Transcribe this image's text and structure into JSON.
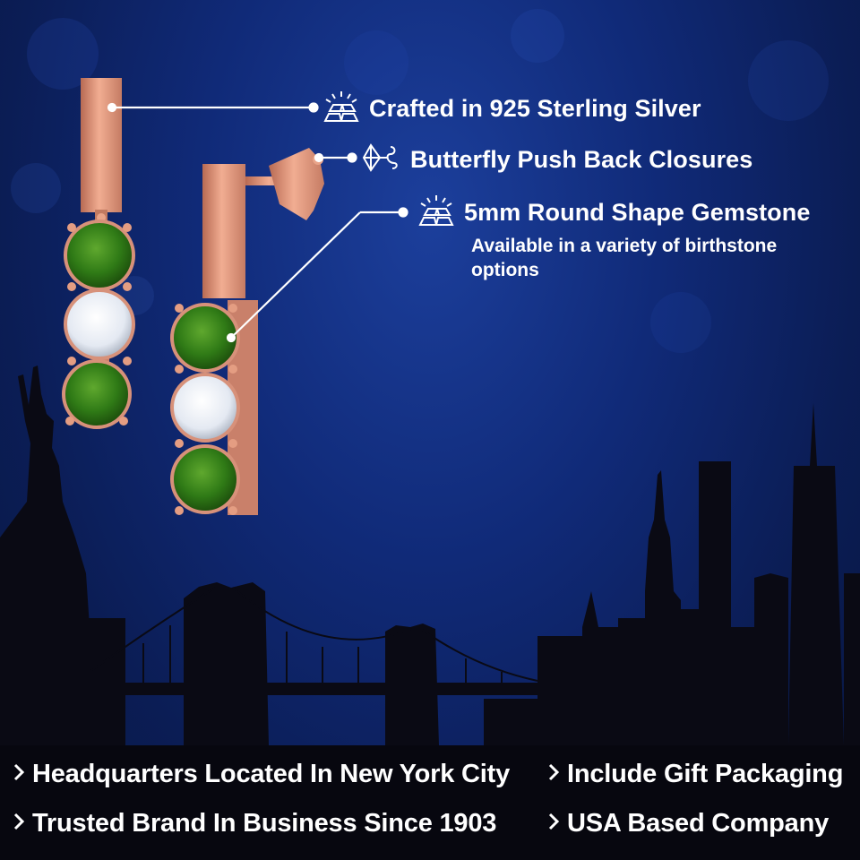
{
  "callouts": [
    {
      "icon": "gold-bars-icon",
      "text": "Crafted in 925 Sterling Silver"
    },
    {
      "icon": "diamond-hook-icon",
      "text": "Butterfly Push Back Closures"
    },
    {
      "icon": "gold-bars-icon",
      "text": "5mm Round Shape Gemstone",
      "subtext": "Available in a variety of birthstone options"
    }
  ],
  "features": [
    {
      "icon": "chevron-right-icon",
      "text": "Headquarters Located In New York City"
    },
    {
      "icon": "chevron-right-icon",
      "text": "Include Gift Packaging"
    },
    {
      "icon": "chevron-right-icon",
      "text": "Trusted Brand In Business Since 1903"
    },
    {
      "icon": "chevron-right-icon",
      "text": "USA Based Company"
    }
  ],
  "colors": {
    "background": "#0f2670",
    "rose_gold": "#d9896f",
    "gem_green": "#2f7a16",
    "gem_white": "#eef2f8",
    "skyline": "#0a0a14",
    "text": "#ffffff"
  }
}
